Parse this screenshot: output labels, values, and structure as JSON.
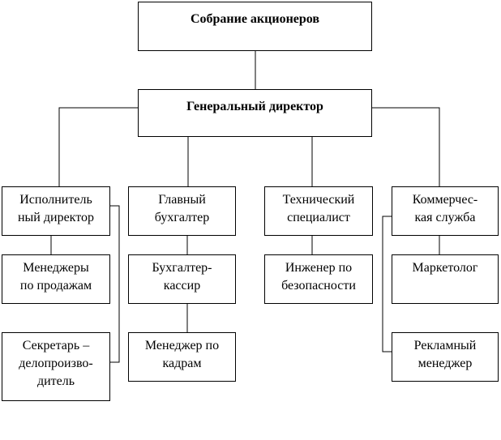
{
  "diagram": {
    "nodes": {
      "shareholders": "Собрание акционеров",
      "ceo": "Генеральный директор",
      "exec_director": "Исполнитель\nный директор",
      "chief_accountant": "Главный\nбухгалтер",
      "tech_specialist": "Технический\nспециалист",
      "commercial": "Коммерчес-\nкая служба",
      "sales_managers": "Менеджеры\nпо продажам",
      "accountant_cashier": "Бухгалтер-\nкассир",
      "security_engineer": "Инженер по\nбезопасности",
      "marketer": "Маркетолог",
      "secretary": "Секретарь –\nделопроизво-\nдитель",
      "hr_manager": "Менеджер по\nкадрам",
      "ad_manager": "Рекламный\nменеджер"
    }
  }
}
